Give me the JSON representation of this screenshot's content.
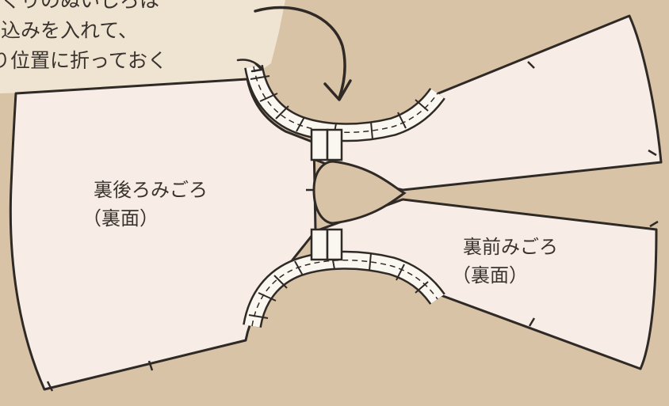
{
  "note": {
    "lines": [
      "袖ぐりのぬいしろは",
      "切込みを入れて、",
      "り位置に折っておく"
    ]
  },
  "back_bodice": {
    "name": "裏後ろみごろ",
    "side": "（裏面）"
  },
  "front_bodice": {
    "name": "裏前みごろ",
    "side": "（裏面）"
  },
  "colors": {
    "background": "#d9c3a6",
    "paper_band": "#efe3d2",
    "fabric": "#f7ede6",
    "stroke": "#2f2a26",
    "tape": "#faf6f0"
  }
}
